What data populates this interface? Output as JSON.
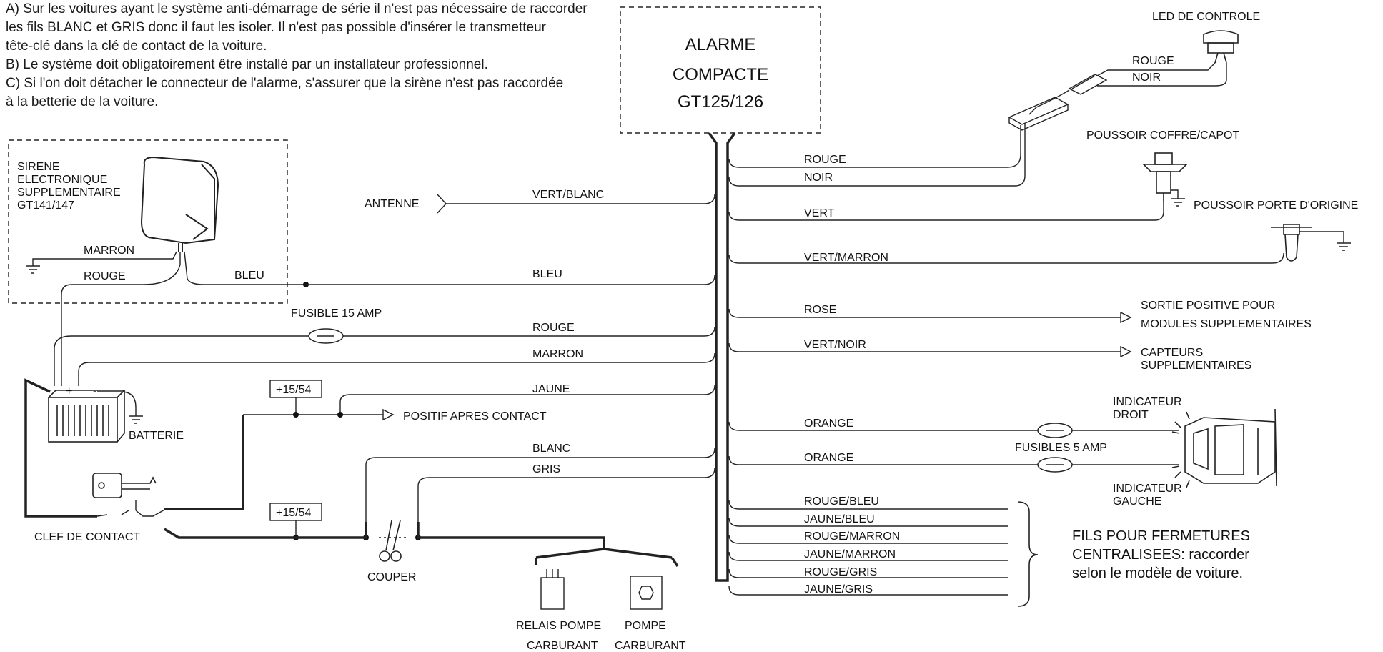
{
  "notes": [
    "A) Sur les voitures ayant le système anti-démarrage de série il n'est pas nécessaire de raccorder",
    "les fils BLANC et GRIS donc il faut les isoler. Il n'est pas possible d'insérer le transmetteur",
    "tête-clé dans la clé de contact de la voiture.",
    "B) Le système doit obligatoirement être installé par un installateur professionnel.",
    "C) Si l'on doit détacher le connecteur de l'alarme, s'assurer que la sirène n'est pas raccordée",
    "à la betterie de la voiture."
  ],
  "alarm_box": {
    "line1": "ALARME",
    "line2": "COMPACTE",
    "line3": "GT125/126"
  },
  "siren_box": {
    "line1": "SIRENE",
    "line2": "ELECTRONIQUE",
    "line3": "SUPPLEMENTAIRE",
    "line4": "GT141/147"
  },
  "left_wires": {
    "marron_siren": "MARRON",
    "rouge_siren": "ROUGE",
    "bleu_siren": "BLEU",
    "antenne": "ANTENNE",
    "vert_blanc": "VERT/BLANC",
    "bleu": "BLEU",
    "fusible": "FUSIBLE 15 AMP",
    "rouge": "ROUGE",
    "marron": "MARRON",
    "jaune": "JAUNE",
    "positif": "POSITIF APRES CONTACT",
    "blanc": "BLANC",
    "gris": "GRIS",
    "plus1": "+15/54",
    "plus2": "+15/54",
    "batterie": "BATTERIE",
    "battery_plus": "+",
    "battery_minus": "-",
    "clef": "CLEF DE CONTACT",
    "couper": "COUPER",
    "relais1": "RELAIS POMPE",
    "relais2": "CARBURANT",
    "pompe1": "POMPE",
    "pompe2": "CARBURANT"
  },
  "right_wires": {
    "led": "LED DE CONTROLE",
    "led_rouge": "ROUGE",
    "led_noir": "NOIR",
    "rouge": "ROUGE",
    "noir": "NOIR",
    "poussoir_coffre": "POUSSOIR COFFRE/CAPOT",
    "vert": "VERT",
    "poussoir_porte": "POUSSOIR PORTE D'ORIGINE",
    "vert_marron": "VERT/MARRON",
    "rose": "ROSE",
    "sortie1": "SORTIE POSITIVE POUR",
    "sortie2": "MODULES SUPPLEMENTAIRES",
    "vert_noir": "VERT/NOIR",
    "capteurs1": "CAPTEURS",
    "capteurs2": "SUPPLEMENTAIRES",
    "orange1": "ORANGE",
    "orange2": "ORANGE",
    "fusibles5": "FUSIBLES 5 AMP",
    "ind_droit1": "INDICATEUR",
    "ind_droit2": "DROIT",
    "ind_gauche1": "INDICATEUR",
    "ind_gauche2": "GAUCHE",
    "rouge_bleu": "ROUGE/BLEU",
    "jaune_bleu": "JAUNE/BLEU",
    "rouge_marron": "ROUGE/MARRON",
    "jaune_marron": "JAUNE/MARRON",
    "rouge_gris": "ROUGE/GRIS",
    "jaune_gris": "JAUNE/GRIS",
    "fils1": "FILS POUR FERMETURES",
    "fils2": "CENTRALISEES: raccorder",
    "fils3": "selon le modèle de voiture."
  }
}
